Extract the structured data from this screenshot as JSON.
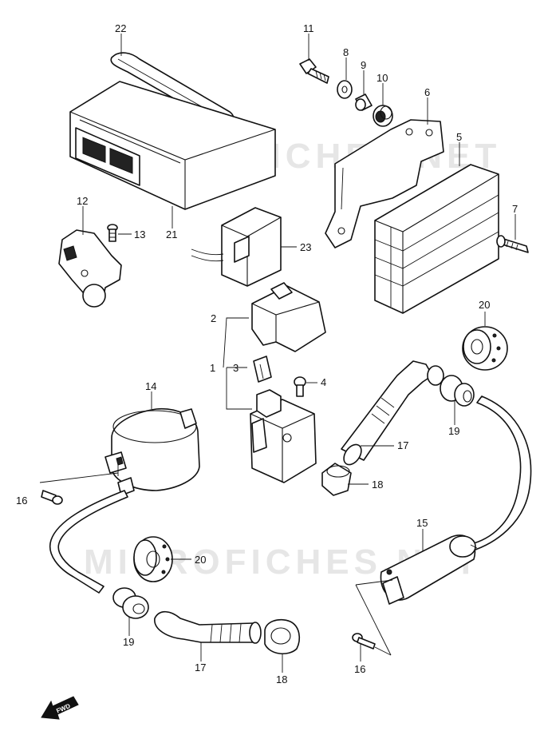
{
  "watermarks": [
    "MICROFICHES.NET",
    "MICROFICHES.NET"
  ],
  "direction_label": "FWD",
  "callouts": [
    {
      "id": "c22",
      "label": "22"
    },
    {
      "id": "c11",
      "label": "11"
    },
    {
      "id": "c8",
      "label": "8"
    },
    {
      "id": "c9",
      "label": "9"
    },
    {
      "id": "c10",
      "label": "10"
    },
    {
      "id": "c6",
      "label": "6"
    },
    {
      "id": "c5",
      "label": "5"
    },
    {
      "id": "c7",
      "label": "7"
    },
    {
      "id": "c12",
      "label": "12"
    },
    {
      "id": "c13",
      "label": "13"
    },
    {
      "id": "c21",
      "label": "21"
    },
    {
      "id": "c23",
      "label": "23"
    },
    {
      "id": "c2",
      "label": "2"
    },
    {
      "id": "c1",
      "label": "1"
    },
    {
      "id": "c3",
      "label": "3"
    },
    {
      "id": "c4",
      "label": "4"
    },
    {
      "id": "c20a",
      "label": "20"
    },
    {
      "id": "c14",
      "label": "14"
    },
    {
      "id": "c19a",
      "label": "19"
    },
    {
      "id": "c17a",
      "label": "17"
    },
    {
      "id": "c18a",
      "label": "18"
    },
    {
      "id": "c16a",
      "label": "16"
    },
    {
      "id": "c20b",
      "label": "20"
    },
    {
      "id": "c15",
      "label": "15"
    },
    {
      "id": "c19b",
      "label": "19"
    },
    {
      "id": "c17b",
      "label": "17"
    },
    {
      "id": "c18b",
      "label": "18"
    },
    {
      "id": "c16b",
      "label": "16"
    }
  ]
}
